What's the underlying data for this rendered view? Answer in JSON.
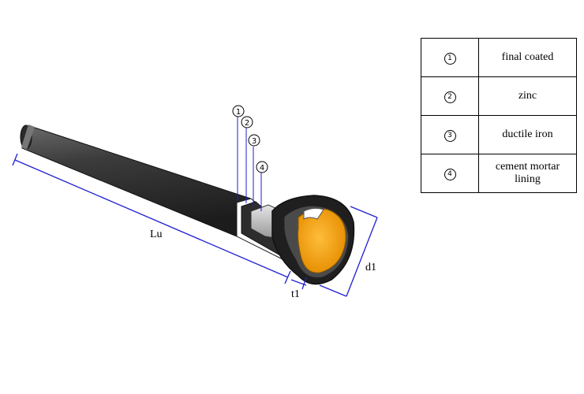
{
  "diagram": {
    "dimensions": {
      "length": "Lu",
      "thickness": "t1",
      "diameter": "d1"
    },
    "callouts": [
      "1",
      "2",
      "3",
      "4"
    ]
  },
  "legend": {
    "rows": [
      {
        "number": "1",
        "label": "final coated"
      },
      {
        "number": "2",
        "label": "zinc"
      },
      {
        "number": "3",
        "label": "ductile iron"
      },
      {
        "number": "4",
        "label": "cement mortar lining"
      }
    ]
  },
  "colors": {
    "pipe_body": "#3a3a3a",
    "lining": "#f5a623",
    "dimension_lines": "#1f1fd0",
    "inner_gray": "#b8b8b8"
  }
}
